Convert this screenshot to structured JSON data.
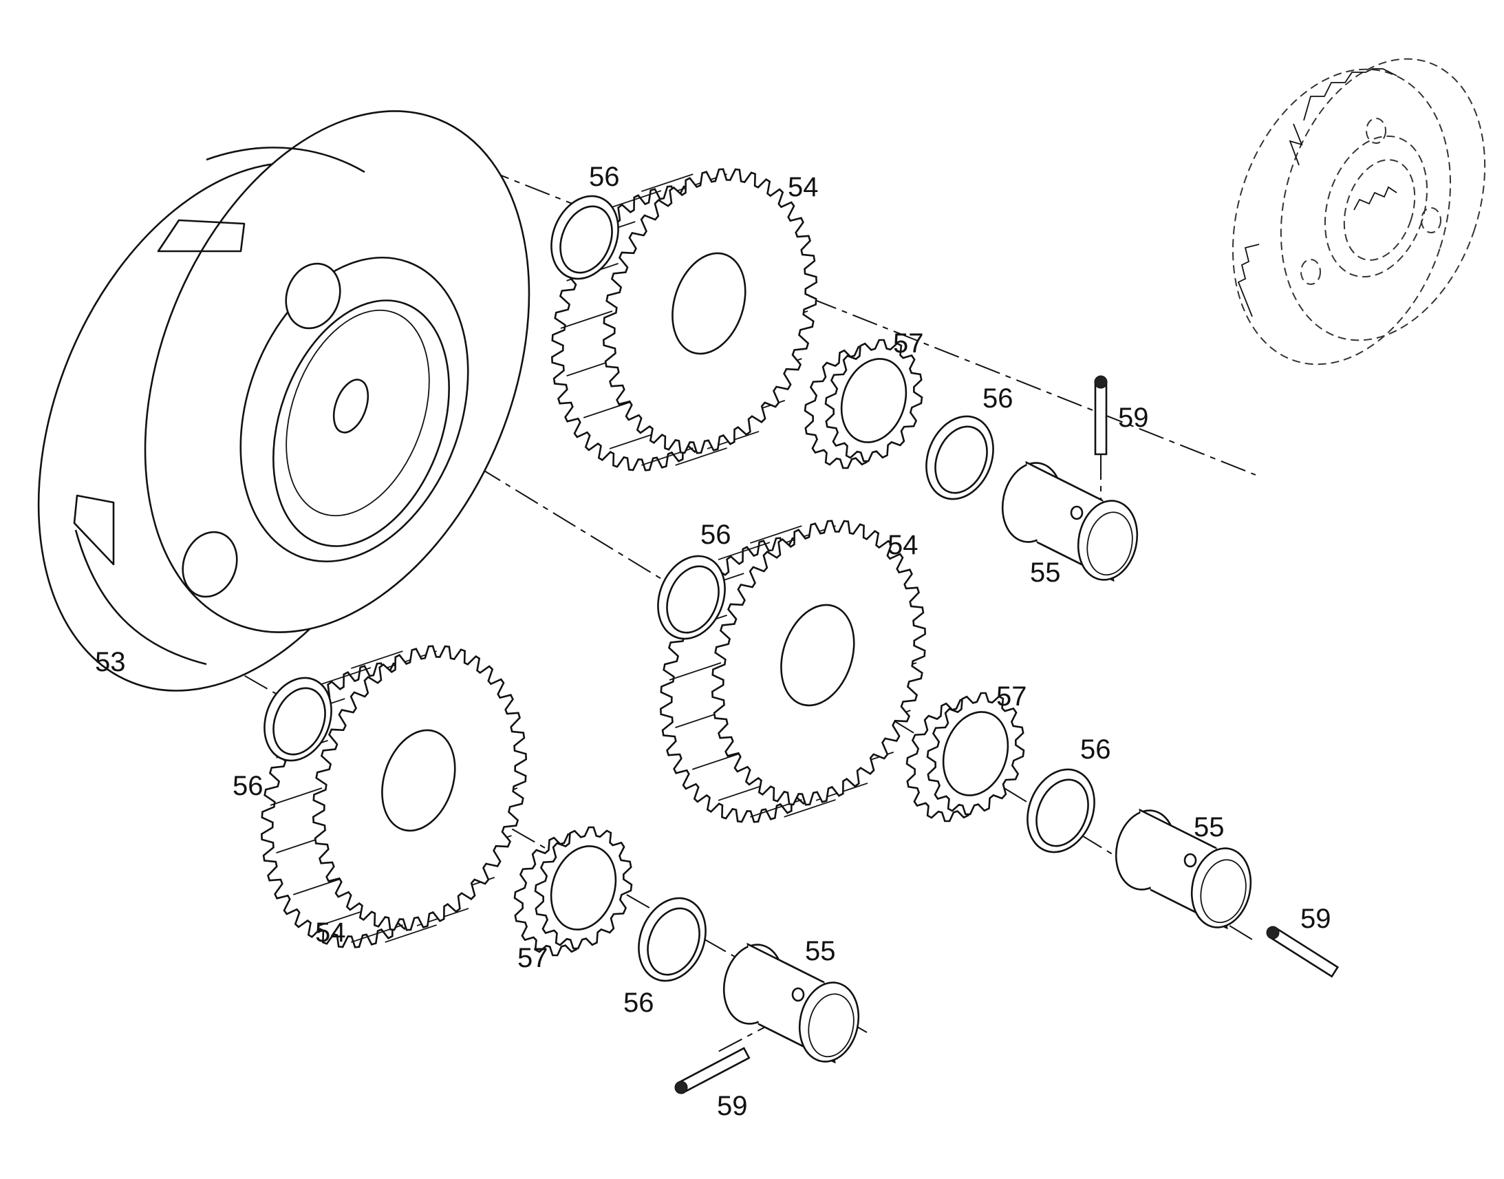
{
  "labels": {
    "carrier": "53",
    "gear_upper": "54",
    "gear_middle": "54",
    "gear_lower": "54",
    "shaft_upper": "55",
    "shaft_middle": "55",
    "shaft_lower": "55",
    "washer_upper_left": "56",
    "washer_upper_right": "56",
    "washer_middle_left": "56",
    "washer_middle_right": "56",
    "washer_lower_left": "56",
    "washer_lower_right": "56",
    "bearing_upper": "57",
    "bearing_middle": "57",
    "bearing_lower": "57",
    "pin_upper": "59",
    "pin_middle": "59",
    "pin_lower": "59"
  }
}
